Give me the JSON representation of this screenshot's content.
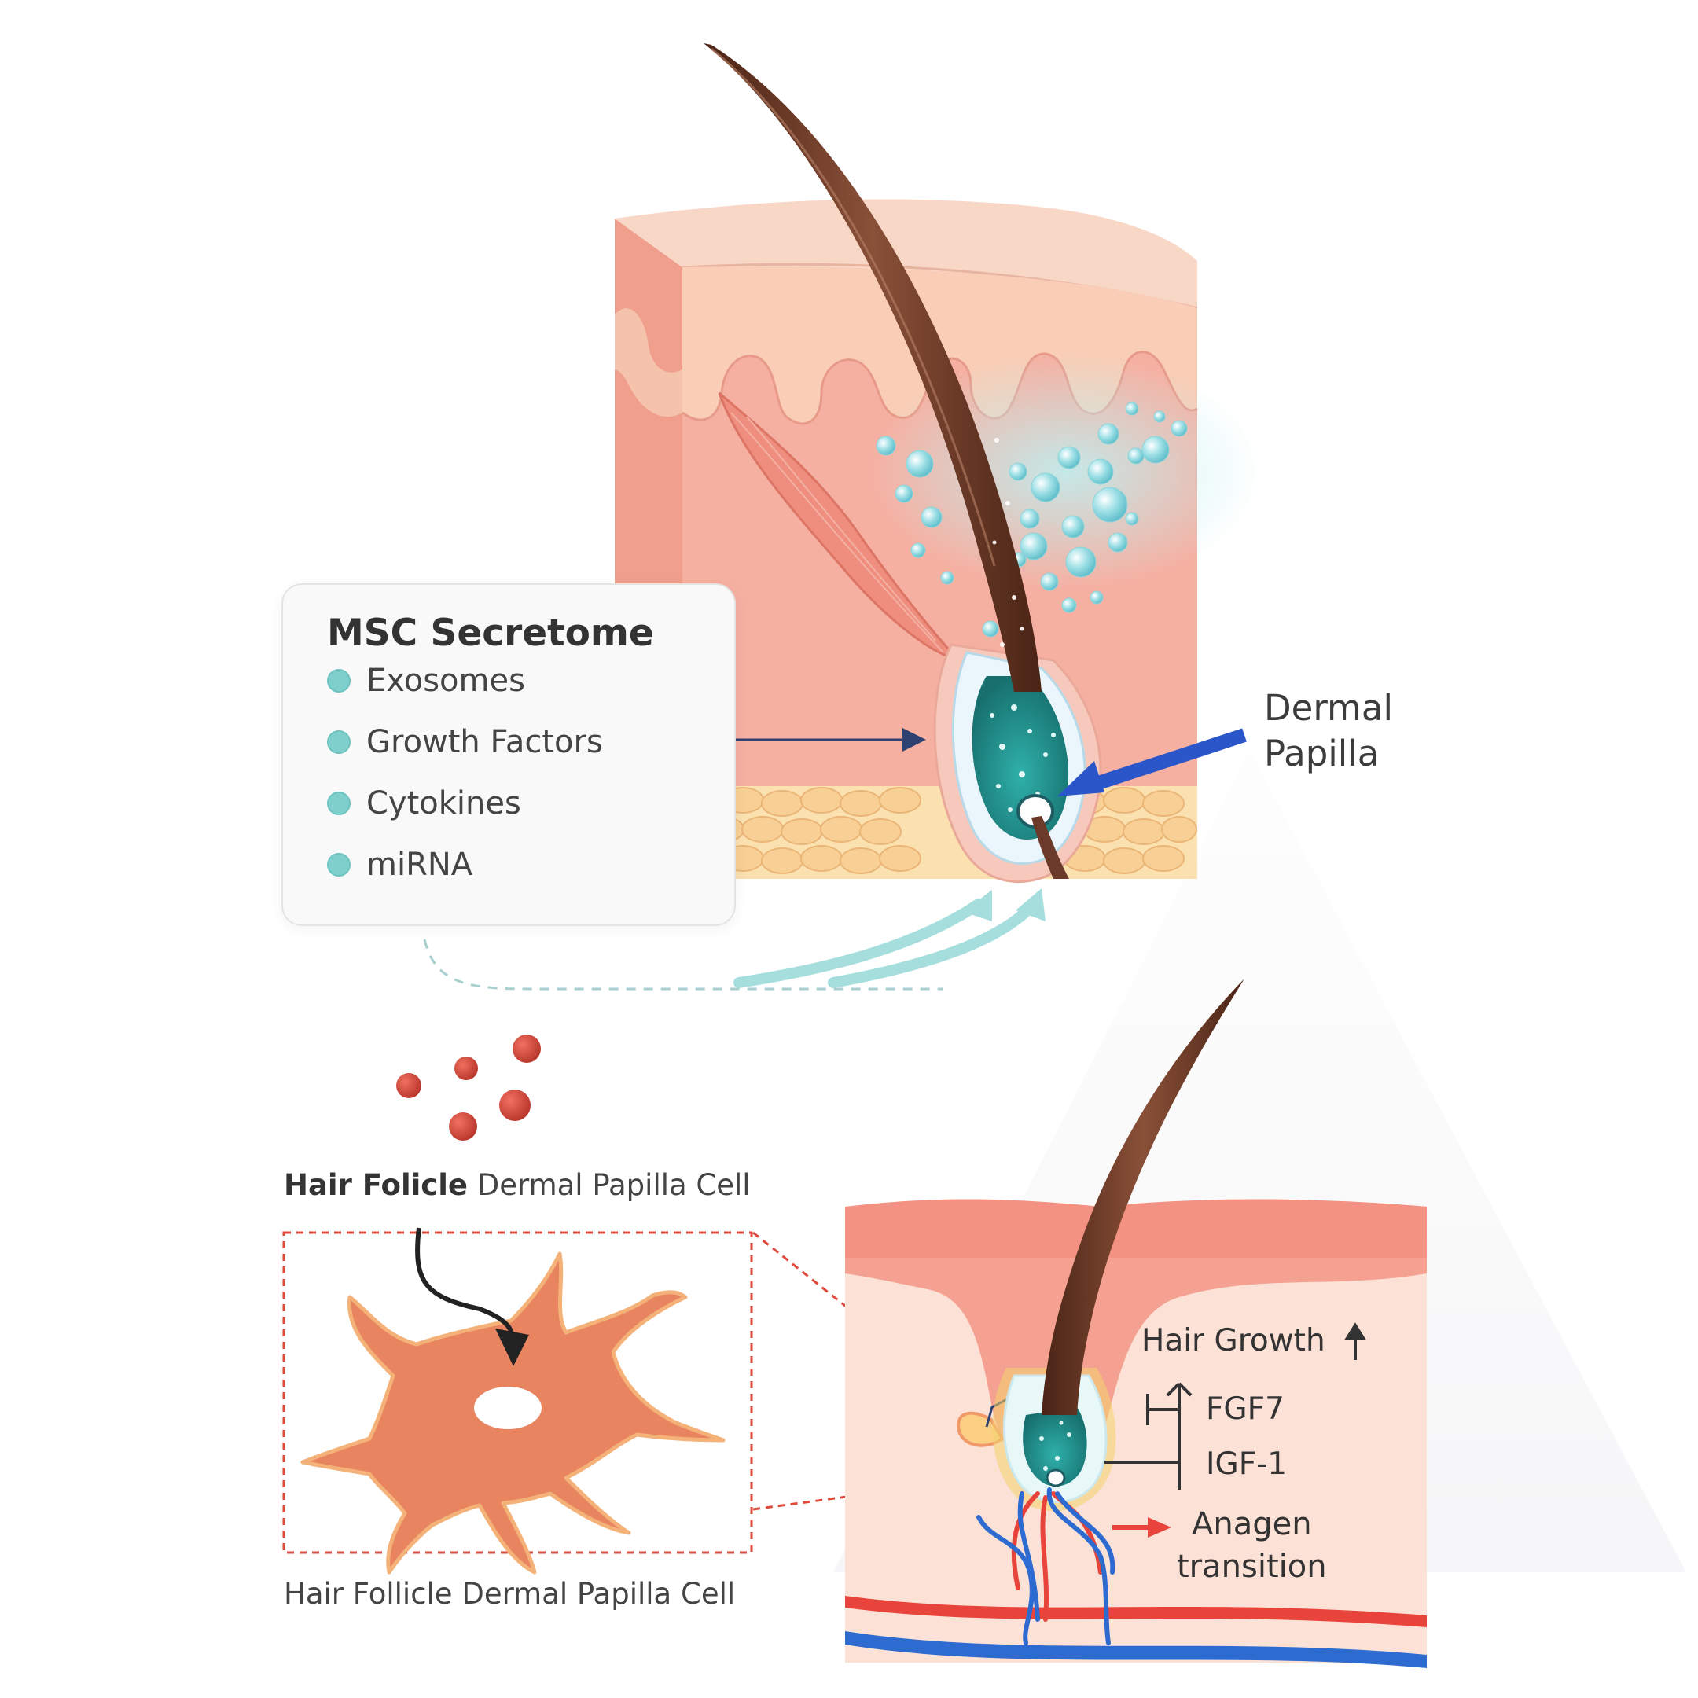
{
  "secretome": {
    "title": "MSC Secretome",
    "items": [
      {
        "label": "Exosomes"
      },
      {
        "label": "Growth Factors"
      },
      {
        "label": "Cytokines"
      },
      {
        "label": "miRNA"
      }
    ]
  },
  "labels": {
    "dermal_papilla_line1": "Dermal",
    "dermal_papilla_line2": "Papilla",
    "cell_heading_bold": "Hair Folicle",
    "cell_heading_rest": " Dermal Papilla Cell",
    "cell_caption": "Hair Follicle Dermal Papilla Cell",
    "hair_growth": "Hair Growth",
    "fgf7": "FGF7",
    "igf1": "IGF-1",
    "anagen_line1": "Anagen",
    "anagen_line2": "transition"
  },
  "colors": {
    "skin_epidermis": "#f6c9b4",
    "dermis": "#f4a898",
    "fat": "#f9d49a",
    "hair_shaft": "#6b3a28",
    "papilla_teal": "#2a9a96",
    "secretome_dot": "#7fd0cc",
    "arrow_blue": "#2b56c9",
    "cell_orange": "#e8805a",
    "dashed_red": "#e04a3c",
    "vessel_red": "#e8443c",
    "vessel_blue": "#2e6bd0"
  }
}
